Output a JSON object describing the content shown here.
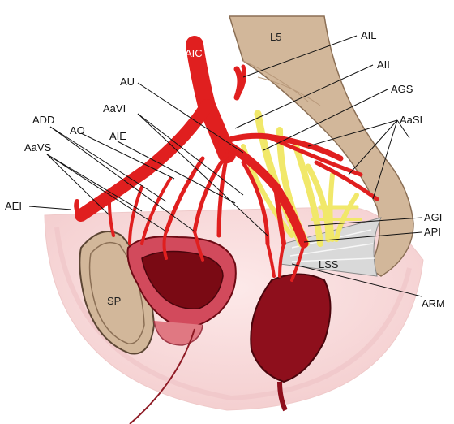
{
  "labels": {
    "aic": "AIC",
    "l5": "L5",
    "ail": "AIL",
    "aii": "AII",
    "au": "AU",
    "ags": "AGS",
    "aavi": "AaVI",
    "aasl": "AaSL",
    "add": "ADD",
    "ao": "AO",
    "aie": "AIE",
    "aavs": "AaVS",
    "aei": "AEI",
    "agi": "AGI",
    "api": "API",
    "lss": "LSS",
    "sp": "SP",
    "arm": "ARM"
  },
  "colors": {
    "artery": "#e01f1f",
    "nerve": "#f1e86a",
    "bone": "#d2b79a",
    "pelvis_bg": "#f8dede",
    "bladder": "#c0394a",
    "bladder_lumen": "#7a0a14",
    "rectum_lumen": "#8e0f1c",
    "ligament": "#d9d9d9"
  }
}
